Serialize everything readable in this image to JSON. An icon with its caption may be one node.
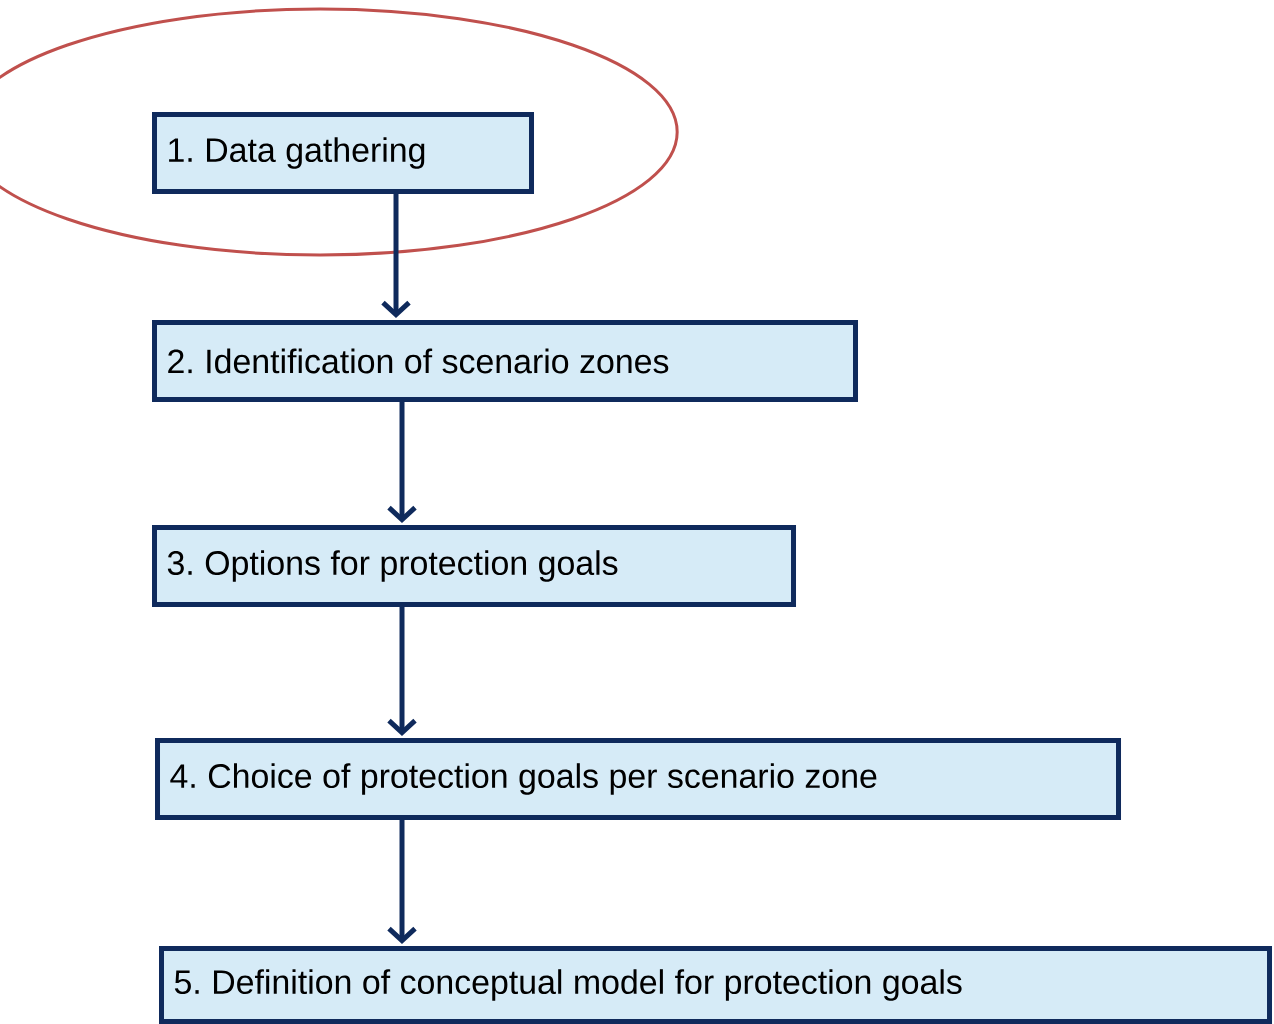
{
  "diagram": {
    "nodes": [
      {
        "text": [],
        "shape": "ellipse"
      },
      {
        "text": [
          "1. Data gathering"
        ],
        "in": 0
      },
      {
        "text": [
          "2. Identification of scenario zones"
        ]
      },
      {
        "text": [
          "3. Options for protection goals"
        ]
      },
      {
        "text": [
          "4. Choice of protection goals per scenario zone"
        ]
      },
      {
        "text": [
          "5. Definition of conceptual model for protection goals"
        ]
      }
    ],
    "edges": [
      {
        "from": 1,
        "to": 2,
        "arrow": "to"
      },
      {
        "from": 2,
        "to": 3,
        "arrow": "to"
      },
      {
        "from": 3,
        "to": 4,
        "arrow": "to"
      },
      {
        "from": 4,
        "to": 5,
        "arrow": "to"
      }
    ]
  }
}
